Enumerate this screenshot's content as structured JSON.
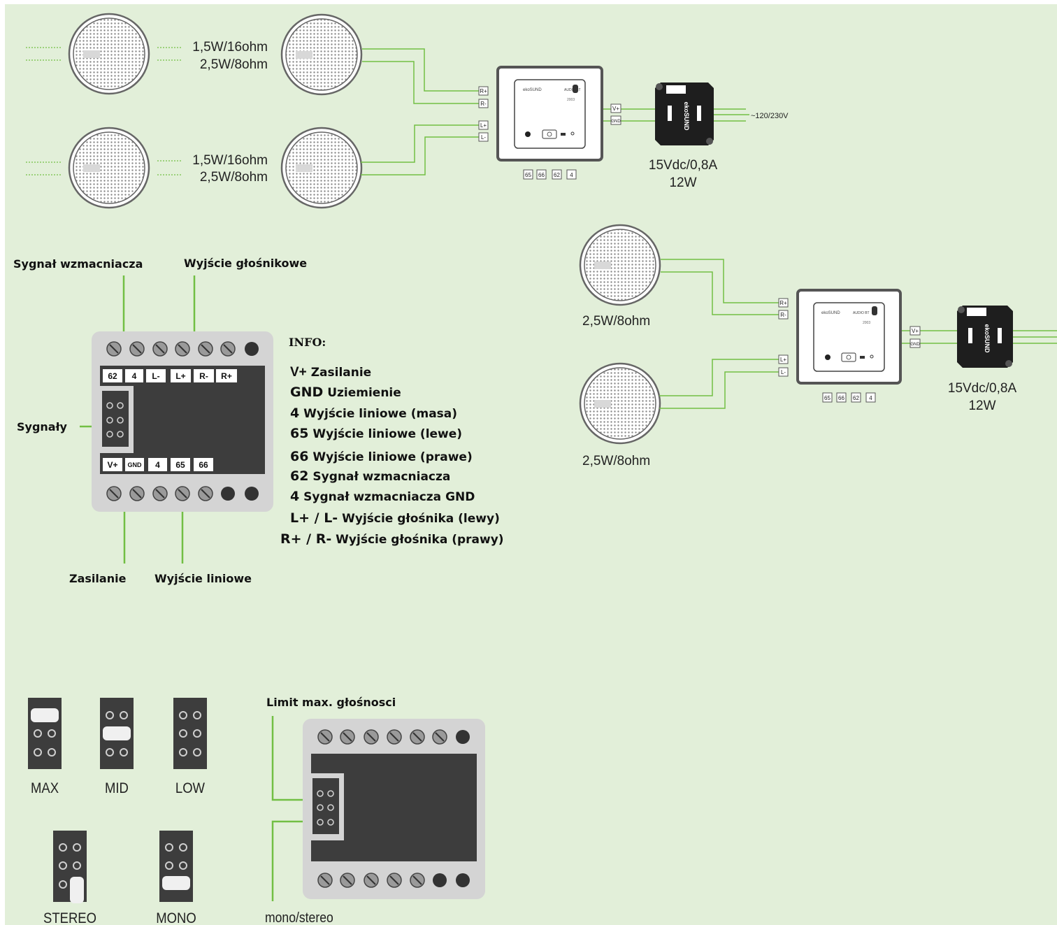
{
  "top_system": {
    "speaker_specs": [
      {
        "line1": "1,5W/16ohm",
        "line2": "2,5W/8ohm"
      },
      {
        "line1": "1,5W/16ohm",
        "line2": "2,5W/8ohm"
      }
    ],
    "amp_terminals": [
      "R+",
      "R-",
      "L+",
      "L-"
    ],
    "power_terminals": [
      "V+",
      "GND"
    ],
    "bottom_terminals": [
      "65",
      "66",
      "62",
      "4"
    ],
    "mains_label": "~120/230V",
    "psu_spec": "15Vdc/0,8A",
    "psu_power": "12W"
  },
  "right_system": {
    "speaker_specs": [
      "2,5W/8ohm",
      "2,5W/8ohm"
    ],
    "amp_terminals": [
      "R+",
      "R-",
      "L+",
      "L-"
    ],
    "power_terminals": [
      "V+",
      "GND"
    ],
    "bottom_terminals": [
      "65",
      "66",
      "62",
      "4"
    ],
    "psu_spec": "15Vdc/0,8A",
    "psu_power": "12W"
  },
  "terminal_diagram": {
    "label_amp_signal": "Sygnał wzmacniacza",
    "label_speaker_out": "Wyjście głośnikowe",
    "label_signals": "Sygnały",
    "label_power": "Zasilanie",
    "label_line_out": "Wyjście liniowe",
    "top_terminals": [
      "62",
      "4",
      "L-",
      "L+",
      "R-",
      "R+"
    ],
    "bottom_terminals": [
      "V+",
      "GND",
      "4",
      "65",
      "66"
    ]
  },
  "info": {
    "heading": "INFO:",
    "items": [
      {
        "code": "V+",
        "desc": "Zasilanie"
      },
      {
        "code": "GND",
        "desc": "Uziemienie"
      },
      {
        "code": "4",
        "desc": "Wyjście liniowe (masa)"
      },
      {
        "code": "65",
        "desc": "Wyjście liniowe (lewe)"
      },
      {
        "code": "66",
        "desc": "Wyjście liniowe (prawe)"
      },
      {
        "code": "62",
        "desc": "Sygnał wzmacniacza"
      },
      {
        "code": "4",
        "desc": "Sygnał wzmacniacza GND"
      },
      {
        "code": "L+ / L-",
        "desc": "Wyjście głośnika (lewy)"
      },
      {
        "code": "R+ / R-",
        "desc": "Wyjście głośnika (prawy)"
      }
    ]
  },
  "jumpers": {
    "volume": [
      "MAX",
      "MID",
      "LOW"
    ],
    "mode": [
      "STEREO",
      "MONO"
    ]
  },
  "limit_diagram": {
    "label_limit": "Limit max. głośnosci",
    "label_mono_stereo": "mono/stereo"
  },
  "colors": {
    "background": "#e2efd9",
    "wire": "#72bf44",
    "module": "#d4d4d4",
    "board": "#3d3d3d"
  }
}
